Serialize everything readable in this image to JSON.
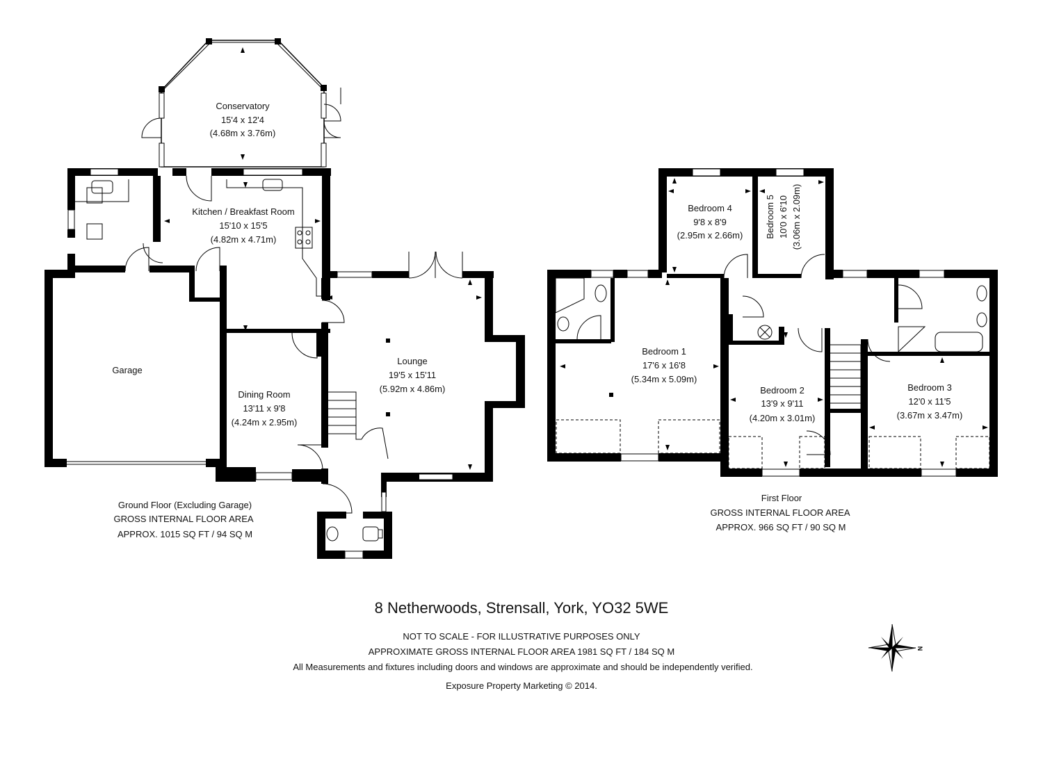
{
  "rooms": {
    "conservatory": {
      "name": "Conservatory",
      "imperial": "15'4 x 12'4",
      "metric": "(4.68m x 3.76m)"
    },
    "kitchen": {
      "name": "Kitchen / Breakfast Room",
      "imperial": "15'10 x 15'5",
      "metric": "(4.82m x 4.71m)"
    },
    "garage": {
      "name": "Garage"
    },
    "dining": {
      "name": "Dining Room",
      "imperial": "13'11 x 9'8",
      "metric": "(4.24m x 2.95m)"
    },
    "lounge": {
      "name": "Lounge",
      "imperial": "19'5 x 15'11",
      "metric": "(5.92m x 4.86m)"
    },
    "bedroom1": {
      "name": "Bedroom 1",
      "imperial": "17'6 x 16'8",
      "metric": "(5.34m x 5.09m)"
    },
    "bedroom2": {
      "name": "Bedroom 2",
      "imperial": "13'9 x 9'11",
      "metric": "(4.20m x 3.01m)"
    },
    "bedroom3": {
      "name": "Bedroom 3",
      "imperial": "12'0 x 11'5",
      "metric": "(3.67m x 3.47m)"
    },
    "bedroom4": {
      "name": "Bedroom 4",
      "imperial": "9'8 x 8'9",
      "metric": "(2.95m x 2.66m)"
    },
    "bedroom5": {
      "name": "Bedroom 5",
      "imperial": "10'0 x 6'10",
      "metric": "(3.06m x 2.09m)"
    }
  },
  "ground_floor": {
    "title": "Ground Floor (Excluding Garage)",
    "area_label": "GROSS INTERNAL FLOOR AREA",
    "area": "APPROX. 1015 SQ FT / 94 SQ M"
  },
  "first_floor": {
    "title": "First Floor",
    "area_label": "GROSS INTERNAL FLOOR AREA",
    "area": "APPROX. 966 SQ FT / 90 SQ M"
  },
  "footer": {
    "address": "8 Netherwoods, Strensall, York, YO32 5WE",
    "disclaimer": "NOT TO SCALE - FOR ILLUSTRATIVE PURPOSES ONLY",
    "total_area": "APPROXIMATE GROSS INTERNAL FLOOR AREA 1981 SQ FT / 184 SQ M",
    "note": "All Measurements and fixtures including doors and windows are approximate and should be independently verified.",
    "credit": "Exposure Property Marketing © 2014."
  },
  "compass": {
    "north_label": "N"
  }
}
